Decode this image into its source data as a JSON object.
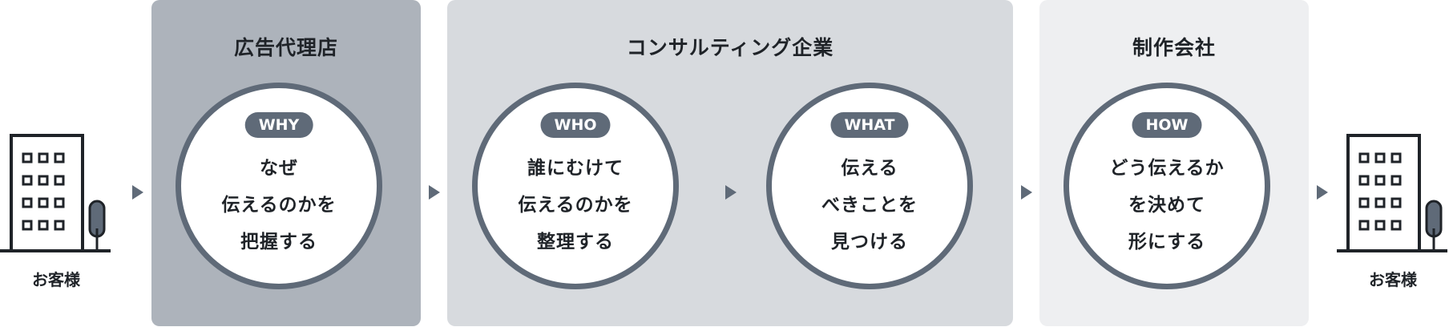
{
  "customers": {
    "left_label": "お客様",
    "right_label": "お客様"
  },
  "panels": [
    {
      "title": "広告代理店",
      "color": "#adb3bb",
      "circles": [
        {
          "badge": "WHY",
          "lines": [
            "なぜ",
            "伝えるのかを",
            "把握する"
          ]
        }
      ]
    },
    {
      "title": "コンサルティング企業",
      "color": "#d7dade",
      "circles": [
        {
          "badge": "WHO",
          "lines": [
            "誰にむけて",
            "伝えるのかを",
            "整理する"
          ]
        },
        {
          "badge": "WHAT",
          "lines": [
            "伝える",
            "べきことを",
            "見つける"
          ]
        }
      ]
    },
    {
      "title": "制作会社",
      "color": "#eeeff1",
      "circles": [
        {
          "badge": "HOW",
          "lines": [
            "どう伝えるか",
            "を決めて",
            "形にする"
          ]
        }
      ]
    }
  ],
  "colors": {
    "accent": "#5f6a78",
    "text": "#1f2328"
  }
}
